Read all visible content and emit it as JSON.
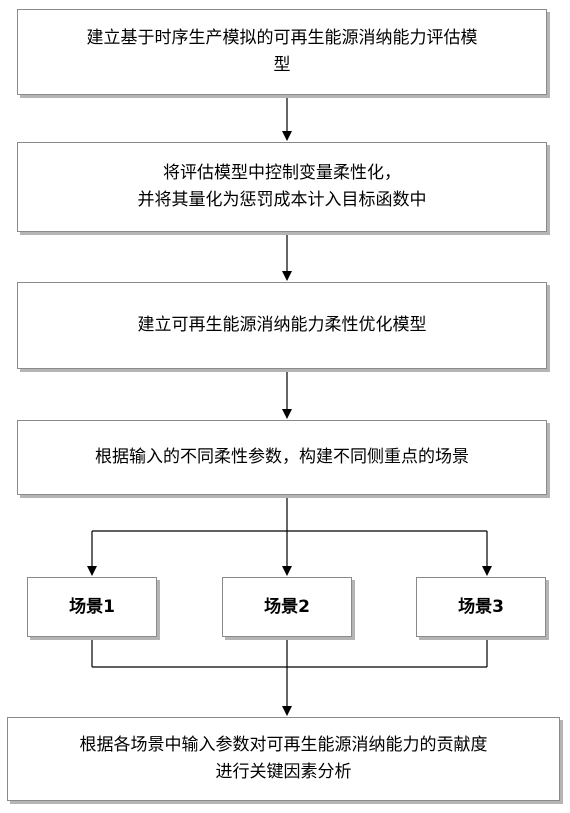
{
  "flowchart": {
    "step1": {
      "line1": "建立基于时序生产模拟的可再生能源消纳能力评估模",
      "line2": "型"
    },
    "step2": {
      "line1": "将评估模型中控制变量柔性化，",
      "line2": "并将其量化为惩罚成本计入目标函数中"
    },
    "step3": {
      "line1": "建立可再生能源消纳能力柔性优化模型"
    },
    "step4": {
      "line1": "根据输入的不同柔性参数，构建不同侧重点的场景"
    },
    "scenes": [
      {
        "label": "场景1"
      },
      {
        "label": "场景2"
      },
      {
        "label": "场景3"
      }
    ],
    "step5": {
      "line1": "根据各场景中输入参数对可再生能源消纳能力的贡献度",
      "line2": "进行关键因素分析"
    }
  }
}
